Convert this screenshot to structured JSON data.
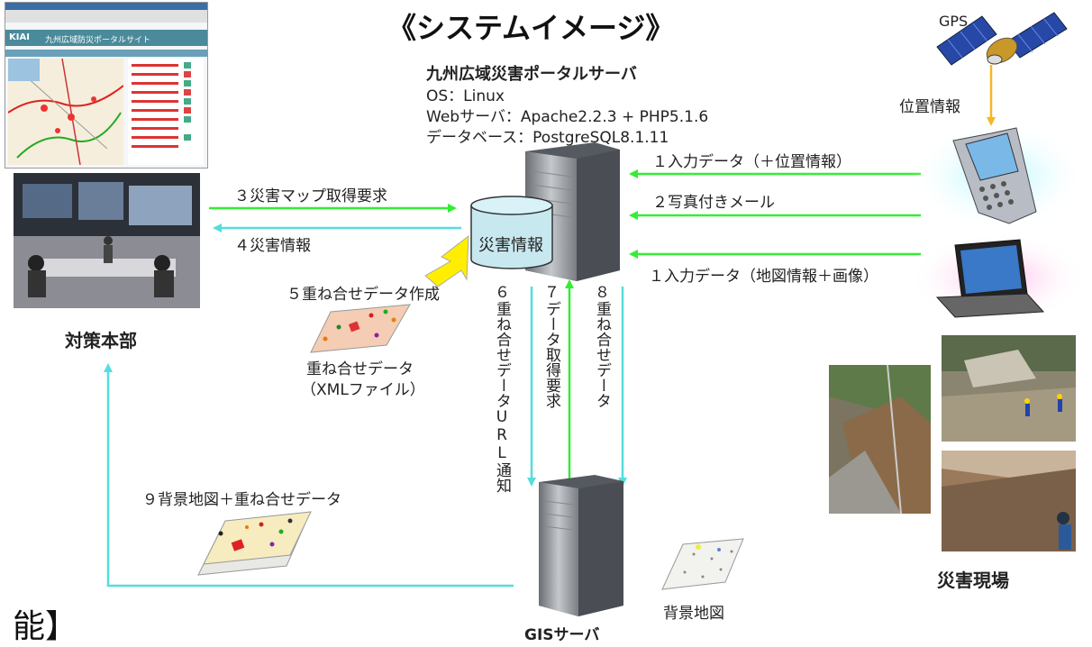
{
  "title": "《システムイメージ》",
  "portal_site": {
    "title_logo": "KIAI",
    "header_text": "九州広域防災ポータルサイト"
  },
  "server": {
    "name": "九州広域災害ポータルサーバ",
    "os": "OS：Linux",
    "web": "Webサーバ：Apache2.2.3 + PHP5.1.6",
    "db": "データベース：PostgreSQL8.1.11",
    "db_label": "災害情報"
  },
  "gps": {
    "label": "GPS",
    "position_label": "位置情報"
  },
  "flows": {
    "in1_mobile": "１入力データ（＋位置情報）",
    "in2_mail": "２写真付きメール",
    "in1_pc": "１入力データ（地図情報＋画像）",
    "req3": "３災害マップ取得要求",
    "info4": "４災害情報",
    "make5": "５重ね合せデータ作成",
    "notify6_num": "６",
    "notify6": "重ね合せデータURL通知",
    "req7_num": "７",
    "req7": "データ取得要求",
    "data8_num": "８",
    "data8": "重ね合せデータ",
    "result9": "９背景地図＋重ね合せデータ"
  },
  "overlay_data": {
    "label1": "重ね合せデータ",
    "label2": "（XMLファイル）"
  },
  "hq_label": "対策本部",
  "site_label": "災害現場",
  "gis_label": "GISサーバ",
  "bg_map_label": "背景地図",
  "corner_text": "能】",
  "colors": {
    "green_arrow": "#33ee33",
    "cyan_arrow": "#55dddd",
    "yellow_arrow": "#ffee00",
    "db_fill": "#c8e8f0"
  }
}
